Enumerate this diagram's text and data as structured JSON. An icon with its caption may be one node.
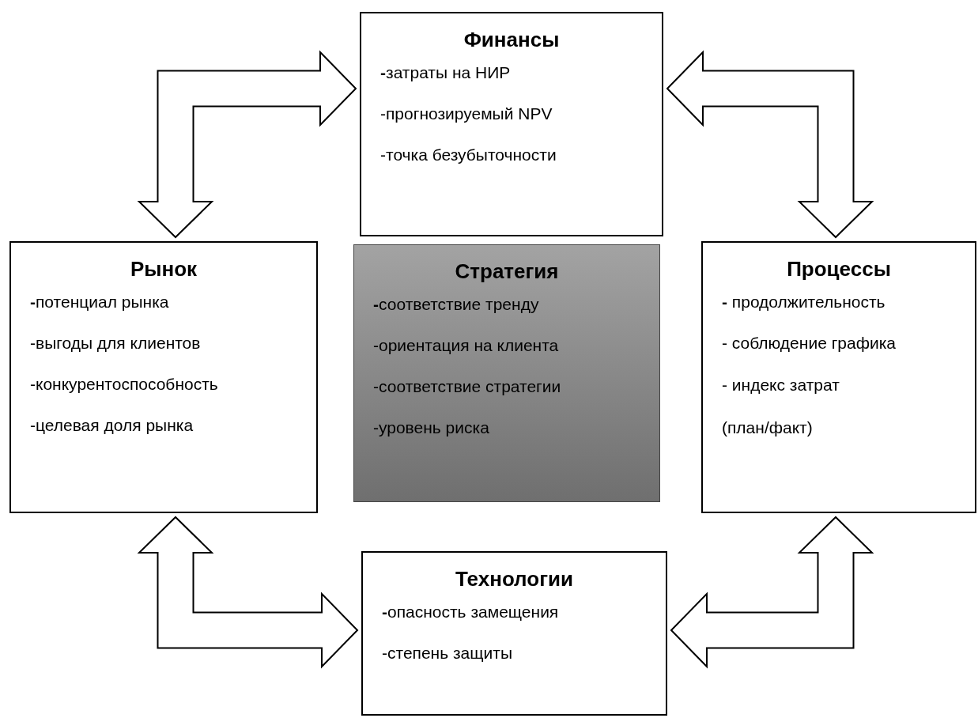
{
  "diagram": {
    "nodes": [
      {
        "text": [
          "Финансы",
          "**-**затраты на НИР",
          "-прогнозируемый NPV",
          "-точка безубыточности"
        ]
      },
      {
        "text": [
          "Рынок",
          "**-**потенциал рынка",
          "-выгоды для клиентов",
          "-конкурентоспособность",
          "-целевая доля рынка"
        ]
      },
      {
        "text": [
          "Стратегия",
          "**-**соответствие тренду",
          "-ориентация на клиента",
          "-соответствие стратегии",
          "-уровень риска"
        ]
      },
      {
        "text": [
          "Процессы",
          "**-** продолжительность",
          "- соблюдение графика",
          "- индекс затрат (план/факт)"
        ]
      },
      {
        "text": [
          "Технологии",
          "**-**опасность замещения",
          "-степень защиты"
        ]
      }
    ],
    "edges": [
      {
        "from": 1,
        "to": 0,
        "arrow": "both"
      },
      {
        "from": 0,
        "to": 3,
        "arrow": "both"
      },
      {
        "from": 3,
        "to": 4,
        "arrow": "both"
      },
      {
        "from": 4,
        "to": 1,
        "arrow": "both"
      }
    ]
  }
}
